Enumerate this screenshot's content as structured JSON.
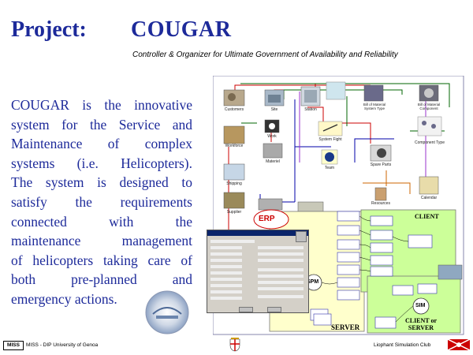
{
  "header": {
    "project_label": "Project:",
    "project_name": "COUGAR",
    "subtitle": "Controller & Organizer for Ultimate Government of Availability and Reliability"
  },
  "description": {
    "lines": [
      "COUGAR is the innovative",
      "system for the Service  and",
      "Maintenance of complex",
      "systems (i.e. Helicopters).",
      "The system is designed to",
      "satisfy the requirements",
      "connected with the",
      "maintenance management",
      "of helicopters taking care of",
      "both pre-planned and",
      "emergency actions."
    ]
  },
  "diagram": {
    "nodes": {
      "customers": "Customers",
      "site": "Site",
      "station": "Station",
      "bom_system": "Bill of Material System Type",
      "bom_component": "Bill of Material Component",
      "work": "Work",
      "workforce": "Workforce",
      "system_fight": "System Fight",
      "component_type": "Component Type",
      "materiel": "Materiel",
      "team": "Team",
      "spare_parts": "Spare Parts",
      "shipping": "Shipping",
      "supplier": "Supplier",
      "resources": "Resources",
      "calendar": "Calendar"
    },
    "erp": "ERP",
    "client": "CLIENT",
    "spm": "SPM",
    "sim": "SIM",
    "server": "SERVER",
    "client_or_server": "CLIENT or SERVER"
  },
  "footer": {
    "miss_logo": "MISS",
    "left": "MISS - DIP University of Genoa",
    "right": "Liophant Simulation Club"
  },
  "colors": {
    "title": "#1d2a9a",
    "client_bg": "#ccff99",
    "server_bg": "#ffffcc"
  }
}
